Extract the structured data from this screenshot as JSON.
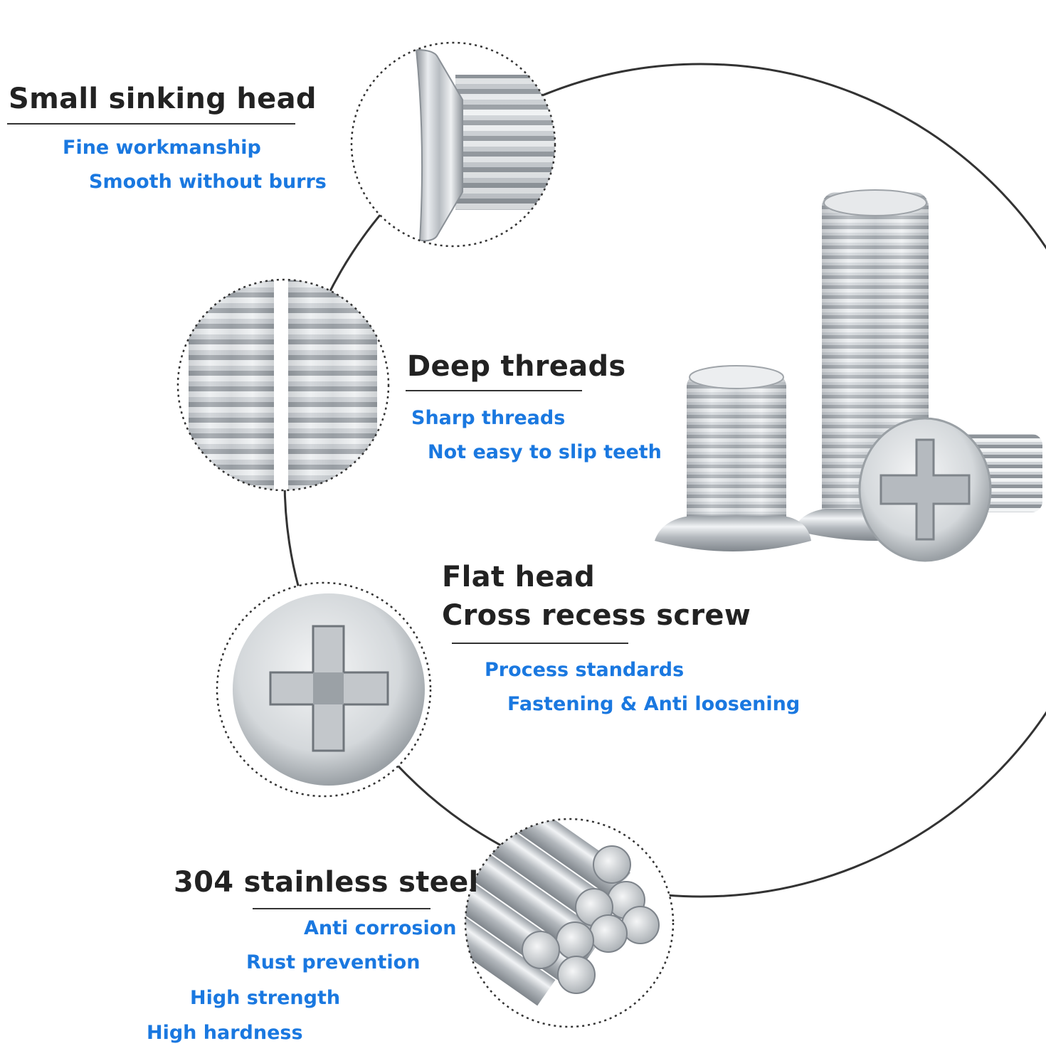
{
  "features": [
    {
      "title": "Small sinking head",
      "subs": [
        "Fine workmanship",
        "Smooth without burrs"
      ]
    },
    {
      "title": "Deep threads",
      "subs": [
        "Sharp threads",
        "Not easy to slip teeth"
      ]
    },
    {
      "title_lines": [
        "Flat head",
        "Cross recess screw"
      ],
      "subs": [
        "Process standards",
        "Fastening & Anti loosening"
      ]
    },
    {
      "title": "304 stainless steel",
      "subs": [
        "Anti corrosion",
        "Rust prevention",
        "High strength",
        "High hardness"
      ]
    }
  ],
  "colors": {
    "title": "#222222",
    "subtitle": "#1a78e0",
    "circle_line": "#333333",
    "metal": "#c4c8cc"
  },
  "icons": [
    "screw-head-closeup",
    "thread-closeup",
    "cross-recess-closeup",
    "steel-rods-closeup",
    "screws-product-photo"
  ]
}
